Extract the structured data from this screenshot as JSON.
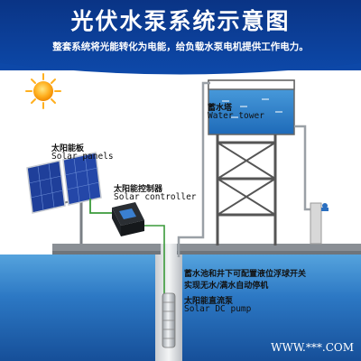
{
  "header": {
    "title": "光伏水泵系统示意图",
    "subtitle": "整套系统将光能转化为电能，给负载水泵电机提供工作电力。"
  },
  "labels": {
    "water_tower_zh": "蓄水塔",
    "water_tower_en": "Water tower",
    "solar_panels_zh": "太阳能板",
    "solar_panels_en": "Solar panels",
    "controller_zh": "太阳能控制器",
    "controller_en": "Solar controller",
    "float_switch_line1": "蓄水池和井下可配置液位浮球开关",
    "float_switch_line2": "实现无水/满水自动停机",
    "pump_zh": "太阳能直流泵",
    "pump_en": "Solar DC pump"
  },
  "watermark": "WWW.***.COM",
  "colors": {
    "header_bg": "#0b3b8f",
    "sky": "#ffffff",
    "water_surface": "#4a9ad8",
    "water_deep": "#1c5fae",
    "ground": "#8a8f95",
    "panel": "#1f3f9a",
    "cable_green": "#3a9a3a",
    "cable_gray": "#555555",
    "tower_frame": "#555555",
    "tank_water": "#2a78c8"
  },
  "icons": {
    "sun": "sun-icon",
    "panels": "solar-panel-icon",
    "controller": "controller-icon",
    "tower": "water-tower-icon",
    "faucet": "faucet-icon",
    "pump": "pump-icon"
  }
}
